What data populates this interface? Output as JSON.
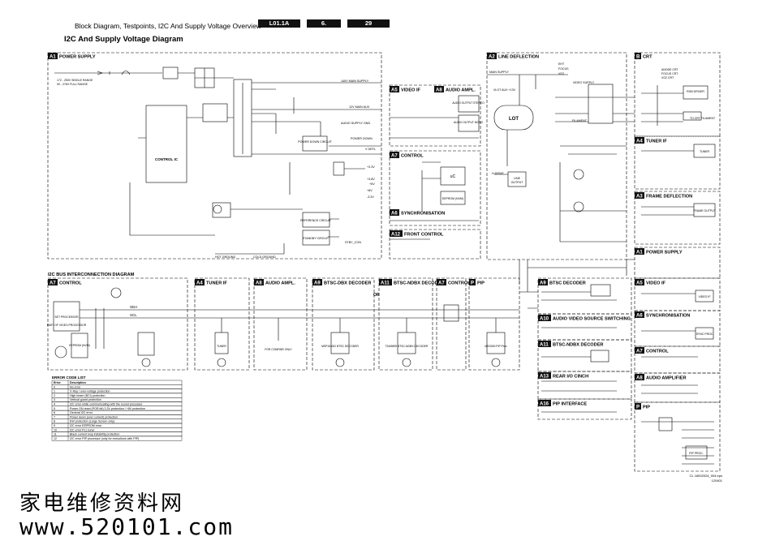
{
  "header": {
    "title": "Block Diagram, Testpoints, I2C And Supply Voltage Overview",
    "model": "L01.1A",
    "chapter": "6.",
    "page": "29"
  },
  "diagram_title": "I2C And Supply Voltage Diagram",
  "power_supply": {
    "tag": "A1",
    "label": "POWER SUPPLY",
    "blocks": [
      "CONTROL IC",
      "POWER DOWN CIRCUIT",
      "REFERENCE CIRCUIT",
      "STANDBY CIRCUIT"
    ],
    "mains": [
      "172 - 250V SINGLE RANGE",
      "90 - 276V FULL RANGE"
    ],
    "rails": [
      "140V MAIN SUPPLY",
      "12V MAIN AUX",
      "AUDIO SUPPLY GND",
      "POWER DOWN",
      "V DEFL",
      "+3.3V",
      "+3.8V",
      "+5V",
      "+8V",
      "-3.3V",
      "STBY_CON",
      "HOT GROUND",
      "COLD GROUND"
    ]
  },
  "line_deflection": {
    "tag": "A2",
    "label": "LINE DEFLECTION",
    "items": [
      "LOT",
      "LINE OUTPUT",
      "MAIN SUPPLY",
      "VLOT AUX +13V",
      "H-DRIVE",
      "EHT",
      "FOCUS",
      "VG2",
      "VIDEO SUPPLY",
      "FILAMENT"
    ]
  },
  "crt": {
    "tag": "B",
    "label": "CRT",
    "items": [
      "RGB DRIVER",
      "TO CRT FILAMENT",
      "ANODE CRT",
      "FOCUS CRT",
      "VG2 CRT"
    ]
  },
  "video_if": {
    "tag": "A5",
    "label": "VIDEO IF"
  },
  "audio_ampl": {
    "tag": "A8",
    "label": "AUDIO AMPL.",
    "blocks": [
      "AUDIO OUTPUT STEREO",
      "AUDIO OUTPUT MONO"
    ]
  },
  "control": {
    "tag": "A7",
    "label": "CONTROL",
    "blocks": [
      "uC",
      "EEPROM (NVM)"
    ]
  },
  "synchronisation": {
    "tag": "A6",
    "label": "SYNCHRONISATION"
  },
  "front_control": {
    "tag": "A12",
    "label": "FRONT CONTROL"
  },
  "right_column": [
    {
      "tag": "A4",
      "label": "TUNER IF",
      "block": "TUNER"
    },
    {
      "tag": "A3",
      "label": "FRAME DEFLECTION",
      "block": "FRAME OUTPUT"
    },
    {
      "tag": "A1",
      "label": "POWER SUPPLY"
    },
    {
      "tag": "A5",
      "label": "VIDEO IF",
      "block": "VIDEO IF"
    },
    {
      "tag": "A6",
      "label": "SYNCHRONISATION",
      "block": "SYNC PROC"
    },
    {
      "tag": "A7",
      "label": "CONTROL"
    },
    {
      "tag": "A8",
      "label": "AUDIO AMPLIFIER"
    },
    {
      "tag": "P",
      "label": "PIP",
      "block": "PIP PROC."
    }
  ],
  "middle_column": [
    {
      "tag": "A9",
      "label": "BTSC DECODER"
    },
    {
      "tag": "A10",
      "label": "AUDIO VIDEO SOURCE SWITCHING"
    },
    {
      "tag": "A11",
      "label": "BTSC-NDBX DECODER"
    },
    {
      "tag": "A13",
      "label": "REAR I/O CINCH"
    },
    {
      "tag": "A16",
      "label": "PIP INTERFACE"
    }
  ],
  "i2c": {
    "title": "I2C BUS INTERCONNECTION DIAGRAM",
    "lines": [
      "SDA",
      "SCL"
    ],
    "panels": [
      {
        "tag": "A7",
        "label": "CONTROL",
        "chips": [
          "SET PROCESSOR",
          "PART OF VIDEO PROCESSOR",
          "EEPROM (NVM)"
        ]
      },
      {
        "tag": "A4",
        "label": "TUNER IF",
        "chips": [
          "TUNER"
        ]
      },
      {
        "tag": "A8",
        "label": "AUDIO AMPL.",
        "chips": [
          "FOR COMPAIR ONLY"
        ]
      },
      {
        "tag": "A9",
        "label": "BTSC-DBX DECODER",
        "chips": [
          "MSP34X5G BTSC DECODER"
        ]
      },
      {
        "tag": "A11",
        "label": "BTSC-NDBX DECODER",
        "chips": [
          "TDA9859 BTSC-NDBX DECODER"
        ]
      },
      {
        "tag": "A7",
        "label": "CONTROL",
        "chips": []
      },
      {
        "tag": "P",
        "label": "PIP",
        "chips": [
          "MSS000 PIP Proc"
        ]
      }
    ],
    "or_note": "OR"
  },
  "error_codes": {
    "title": "ERROR CODE LIST",
    "columns": [
      "Error",
      "Description"
    ],
    "rows": [
      [
        "0",
        "No error"
      ],
      [
        "1",
        "X-Ray / over-voltage protection"
      ],
      [
        "2",
        "High beam (BCI) protection"
      ],
      [
        "3",
        "Vertical guard protection"
      ],
      [
        "4",
        "I2C error while communicating with the sound processor"
      ],
      [
        "5",
        "Power ON reset (POR bit) 3.3V protection / +8V protection"
      ],
      [
        "6",
        "General I2C error"
      ],
      [
        "7",
        "Power down (over current) protection"
      ],
      [
        "8",
        "EW protection (Large Screen only)"
      ],
      [
        "9",
        "I2C error EEPROM error"
      ],
      [
        "10",
        "I2C error PLL tuner"
      ],
      [
        "11",
        "Black current loop instability protection"
      ],
      [
        "12",
        "I2C error PIP processor (only for executions with PIP)"
      ]
    ]
  },
  "footer": {
    "code": "CL 16532024_004.eps",
    "date": "120401"
  },
  "watermark": {
    "line1": "家电维修资料网",
    "line2": "www.520101.com"
  }
}
